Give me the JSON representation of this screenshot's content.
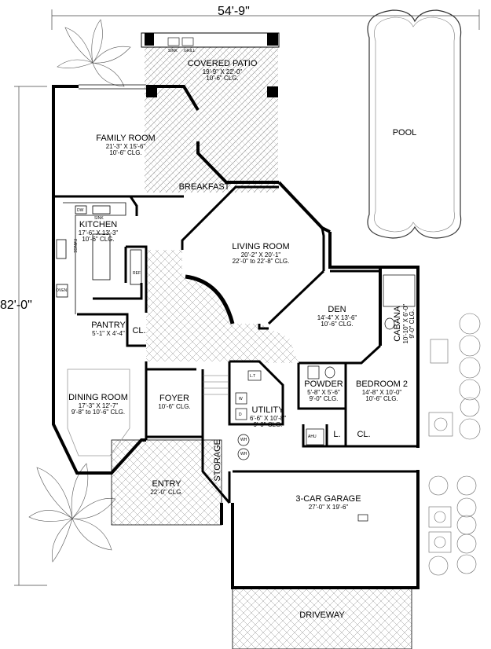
{
  "dimensions": {
    "width": "54'-9\"",
    "depth": "82'-0\""
  },
  "rooms": {
    "covered_patio": {
      "name": "COVERED PATIO",
      "size": "19'-9\" X 22'-0\"",
      "ceiling": "10'-6\" CLG."
    },
    "pool": {
      "name": "POOL"
    },
    "family_room": {
      "name": "FAMILY ROOM",
      "size": "21'-3\" X 15'-6\"",
      "ceiling": "10'-6\" CLG."
    },
    "breakfast": {
      "name": "BREAKFAST"
    },
    "kitchen": {
      "name": "KITCHEN",
      "size": "17'-6\" X 13'-3\"",
      "ceiling": "10'-6\" CLG."
    },
    "living_room": {
      "name": "LIVING ROOM",
      "size": "20'-2\" X 20'-1\"",
      "ceiling": "22'-0\" to 22'-8\" CLG."
    },
    "den": {
      "name": "DEN",
      "size": "14'-4\" X 13'-6\"",
      "ceiling": "10'-6\" CLG."
    },
    "cabana": {
      "name": "CABANA",
      "size": "10'-10\" X 6'-0\"",
      "ceiling": "9'-0\" CLG."
    },
    "pantry": {
      "name": "PANTRY",
      "size": "5'-1\" X 4'-4\""
    },
    "pantry_closet": {
      "name": "CL."
    },
    "powder": {
      "name": "POWDER",
      "size": "5'-8\" X 5'-6\"",
      "ceiling": "9'-0\" CLG."
    },
    "bedroom2": {
      "name": "BEDROOM 2",
      "size": "14'-8\" X 10'-0\"",
      "ceiling": "10'-6\" CLG."
    },
    "dining_room": {
      "name": "DINING ROOM",
      "size": "17'-3\" X 12'-7\"",
      "ceiling": "9'-8\" to 10'-6\" CLG."
    },
    "foyer": {
      "name": "FOYER",
      "ceiling": "10'-6\" CLG."
    },
    "utility": {
      "name": "UTILITY",
      "size": "6'-6\" X 10'-8\"",
      "ceiling": "9'-0\" CLG."
    },
    "storage": {
      "name": "STORAGE"
    },
    "entry": {
      "name": "ENTRY",
      "ceiling": "22'-0\" CLG."
    },
    "garage": {
      "name": "3-CAR GARAGE",
      "size": "27'-0\" X 19'-6\""
    },
    "driveway": {
      "name": "DRIVEWAY"
    },
    "bed_closet": {
      "name": "CL."
    },
    "ahu_closet": {
      "name": "L."
    }
  },
  "fixtures": {
    "sink": "SINK",
    "grill": "GRILL",
    "dw": "DW",
    "range": "RANGE",
    "oven": "OVEN",
    "ref": "REF",
    "ahu": "AHU",
    "lt": "L.T",
    "washer": "W",
    "dryer": "D",
    "wh": "WH"
  }
}
